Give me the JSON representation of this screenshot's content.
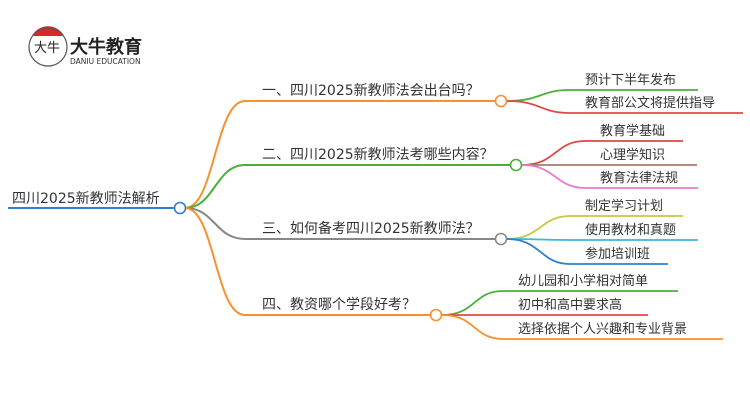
{
  "logo": {
    "name": "大牛教育",
    "subtitle": "DANIU EDUCATION",
    "mark": "大牛"
  },
  "root": {
    "label": "四川2025新教师法解析",
    "color": "#2f7fcf"
  },
  "branches": [
    {
      "label": "一、四川2025新教师法会出台吗？",
      "color": "#f7902e",
      "children": [
        {
          "label": "预计下半年发布",
          "color": "#4caf3a"
        },
        {
          "label": "教育部公文将提供指导",
          "color": "#e04848"
        }
      ]
    },
    {
      "label": "二、四川2025新教师法考哪些内容？",
      "color": "#4caf3a",
      "children": [
        {
          "label": "教育学基础",
          "color": "#e04848"
        },
        {
          "label": "心理学知识",
          "color": "#a87a6a"
        },
        {
          "label": "教育法律法规",
          "color": "#e87ad0"
        }
      ]
    },
    {
      "label": "三、如何备考四川2025新教师法？",
      "color": "#888888",
      "children": [
        {
          "label": "制定学习计划",
          "color": "#c8c83a"
        },
        {
          "label": "使用教材和真题",
          "color": "#3ab8d8"
        },
        {
          "label": "参加培训班",
          "color": "#2f7fcf"
        }
      ]
    },
    {
      "label": "四、教资哪个学段好考？",
      "color": "#f7902e",
      "children": [
        {
          "label": "幼儿园和小学相对简单",
          "color": "#4caf3a"
        },
        {
          "label": "初中和高中要求高",
          "color": "#e04848"
        },
        {
          "label": "选择依据个人兴趣和专业背景",
          "color": "#f7902e"
        }
      ]
    }
  ]
}
